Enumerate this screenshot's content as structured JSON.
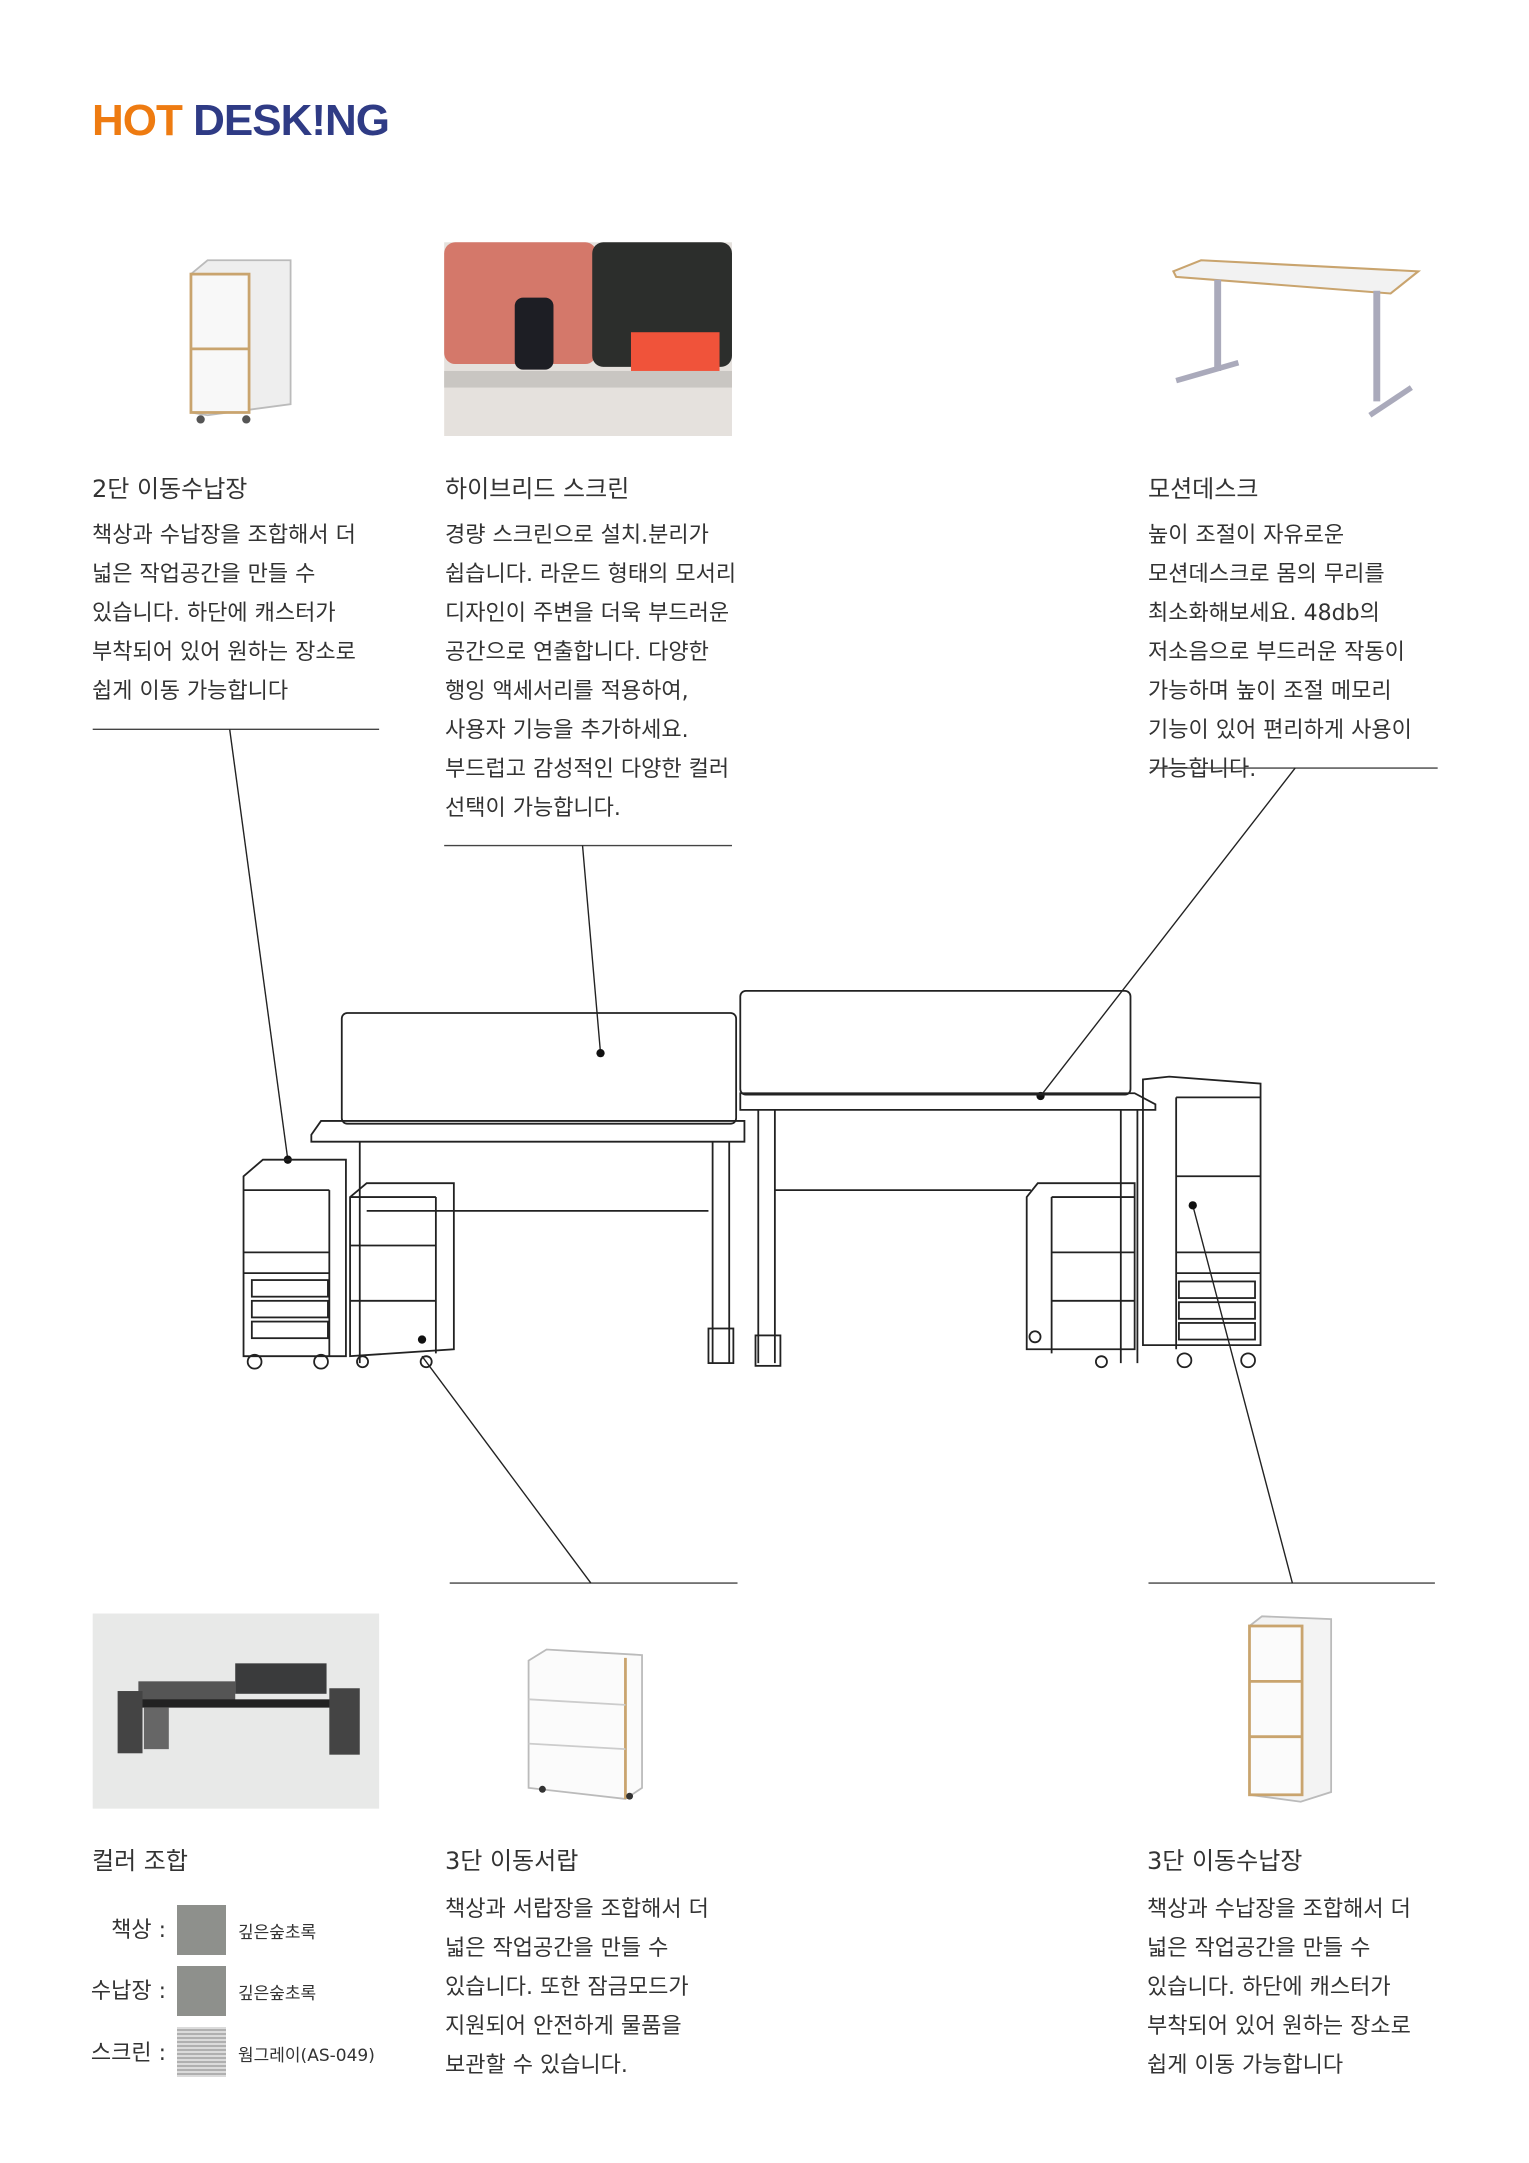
{
  "logo": {
    "part1": "HOT",
    "part2": "DESK!NG"
  },
  "products": [
    {
      "title": "2단 이동수납장",
      "desc": "책상과 수납장을 조합해서 더 넓은 작업공간을 만들 수 있습니다. 하단에 캐스터가 부착되어 있어 원하는 장소로 쉽게 이동 가능합니다"
    },
    {
      "title": "하이브리드 스크린",
      "desc": "경량 스크린으로 설치.분리가 쉽습니다. 라운드 형태의 모서리 디자인이 주변을 더욱 부드러운 공간으로 연출합니다. 다양한 행잉 액세서리를 적용하여, 사용자 기능을 추가하세요. 부드럽고 감성적인 다양한 컬러 선택이 가능합니다."
    },
    {
      "title": "모션데스크",
      "desc": "높이 조절이 자유로운 모션데스크로 몸의 무리를 최소화해보세요. 48db의 저소음으로 부드러운 작동이 가능하며 높이 조절 메모리 기능이 있어 편리하게 사용이 가능합니다."
    },
    {
      "title": "3단 이동서랍",
      "desc": "책상과 서랍장을 조합해서 더 넓은 작업공간을 만들 수 있습니다. 또한 잠금모드가 지원되어 안전하게 물품을 보관할 수 있습니다."
    },
    {
      "title": "3단 이동수납장",
      "desc": "책상과 수납장을 조합해서 더 넓은 작업공간을 만들 수 있습니다. 하단에 캐스터가 부착되어 있어 원하는 장소로 쉽게 이동 가능합니다"
    }
  ],
  "color_combo": {
    "title": "컬러 조합",
    "rows": [
      {
        "label": "책상 :",
        "value": "깊은숲초록",
        "color": "#8e908c"
      },
      {
        "label": "수납장 :",
        "value": "깊은숲초록",
        "color": "#8e908c"
      },
      {
        "label": "스크린 :",
        "value": "웜그레이(AS-049)"
      }
    ]
  },
  "colors": {
    "orange": "#ee7b11",
    "navy": "#2f3b85"
  }
}
